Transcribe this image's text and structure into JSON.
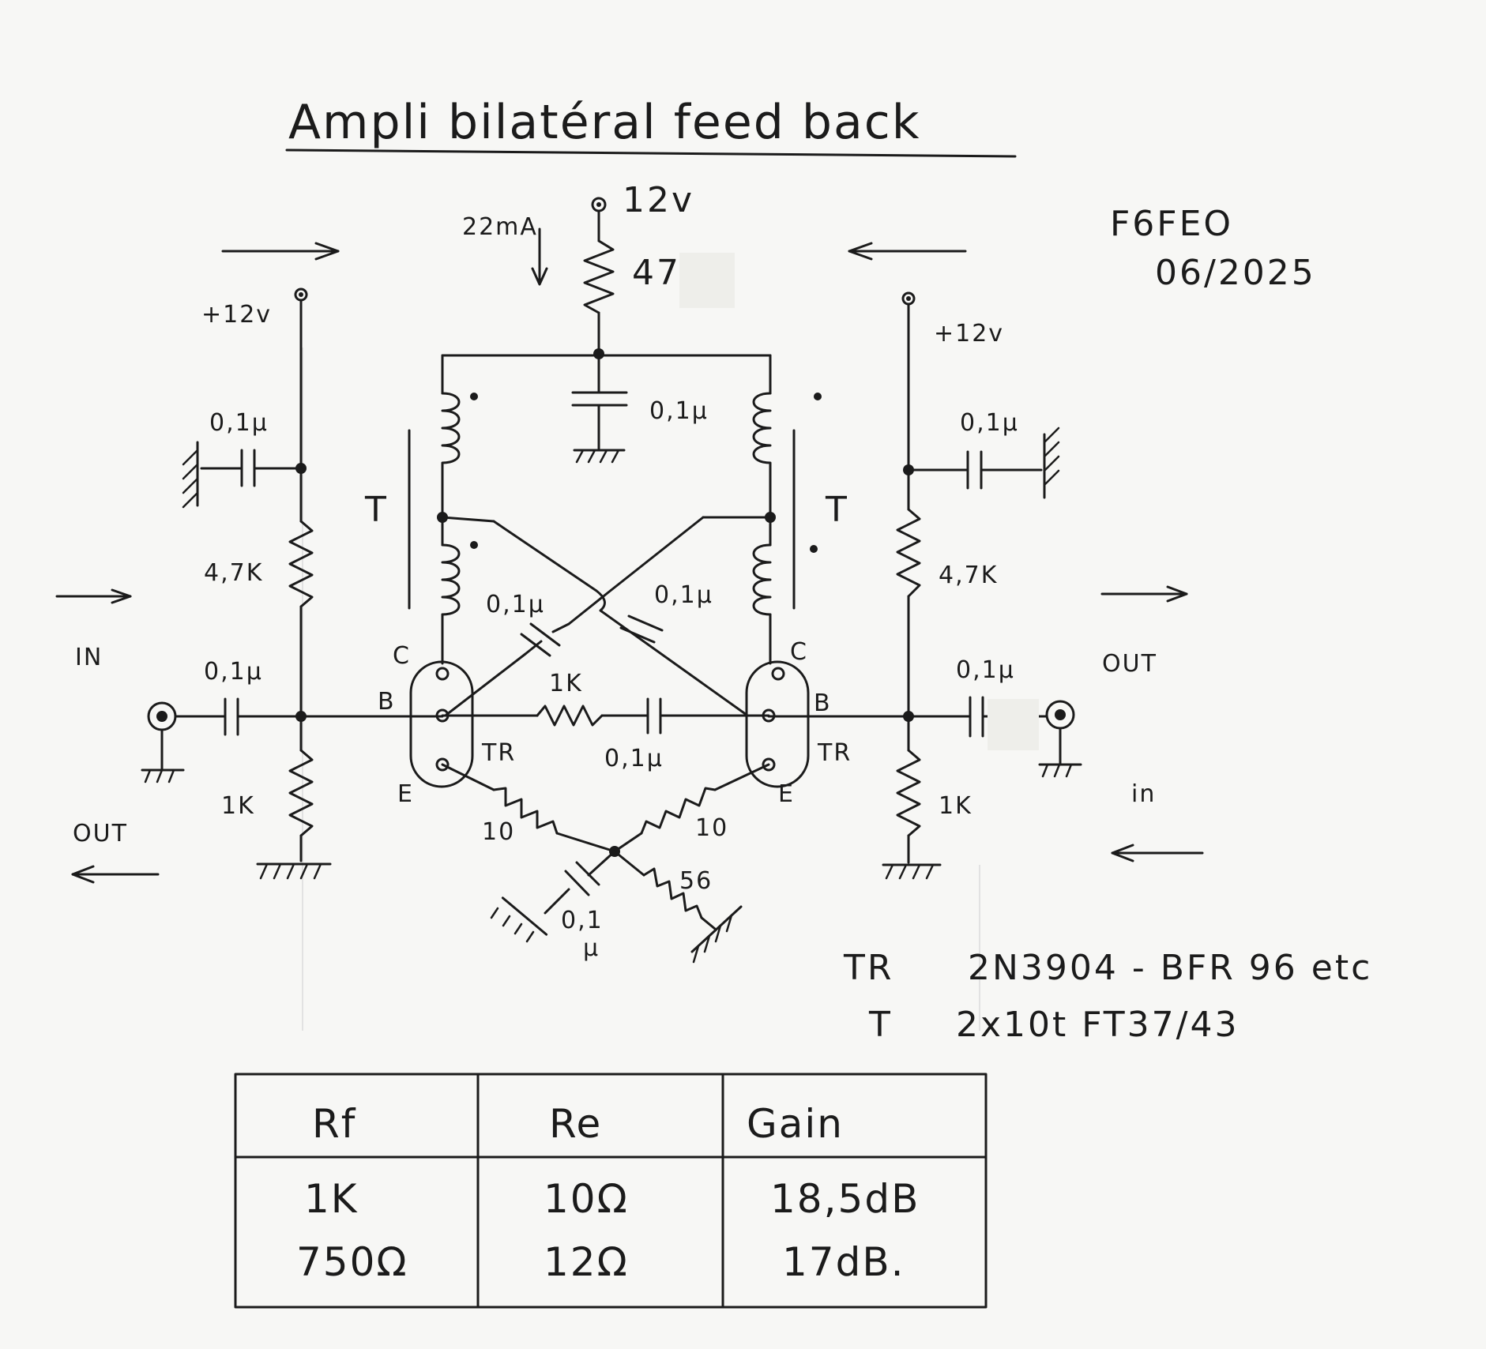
{
  "title": "Ampli bilatéral feed back",
  "author": {
    "call": "F6FEO",
    "date": "06/2025"
  },
  "supply": {
    "main_voltage": "12v",
    "current": "22mA",
    "dropper": "47",
    "left_voltage": "+12v",
    "right_voltage": "+12v"
  },
  "components": {
    "decoupling_cap": "0,1µ",
    "left_cap": "0,1µ",
    "right_cap": "0,1µ",
    "left_bias_top": "4,7K",
    "right_bias_top": "4,7K",
    "left_bias_bottom": "1K",
    "right_bias_bottom": "1K",
    "left_in_cap": "0,1µ",
    "right_out_cap": "0,1µ",
    "cross_cap_left": "0,1µ",
    "cross_cap_right": "0,1µ",
    "feedback_res": "1K",
    "feedback_cap": "0,1µ",
    "emitter_res_left": "10",
    "emitter_res_right": "10",
    "common_res": "56",
    "common_cap_a": "0,1",
    "common_cap_b": "µ"
  },
  "pins": {
    "c": "C",
    "b": "B",
    "e": "E",
    "tr": "TR",
    "t": "T"
  },
  "ports": {
    "in_left": "IN",
    "out_left": "OUT",
    "out_right": "OUT",
    "in_right": "in"
  },
  "notes": [
    {
      "key": "TR",
      "value": "2N3904 - BFR 96 etc"
    },
    {
      "key": "T",
      "value": "2x10t FT37/43"
    }
  ],
  "table": {
    "headers": [
      "Rf",
      "Re",
      "Gain"
    ],
    "rows": [
      [
        "1K",
        "10Ω",
        "18,5dB"
      ],
      [
        "750Ω",
        "12Ω",
        "17dB."
      ]
    ]
  }
}
